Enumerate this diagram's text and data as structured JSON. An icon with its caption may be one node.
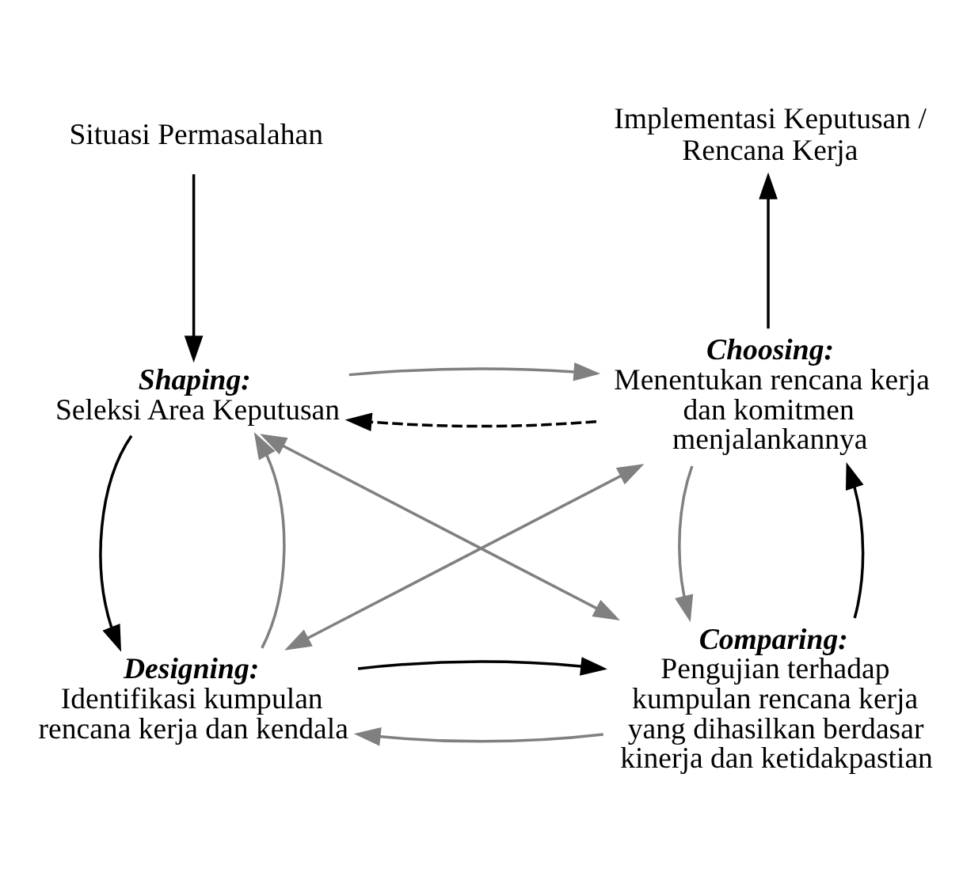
{
  "diagram": {
    "nodes": [
      {
        "text": [
          "Situasi Permasalahan"
        ]
      },
      {
        "text": [
          "Shaping:",
          "Seleksi Area Keputusan"
        ]
      },
      {
        "text": [
          "Implementasi Keputusan / Rencana Kerja"
        ]
      },
      {
        "text": [
          "Choosing:",
          "Menentukan rencana kerja dan komitmen menjalankannya"
        ]
      },
      {
        "text": [
          "Designing:",
          "Identifikasi kumpulan rencana kerja dan kendala"
        ]
      },
      {
        "text": [
          "Comparing:",
          "Pengujian terhadap kumpulan rencana kerja yang dihasilkan berdasar kinerja dan ketidakpastian"
        ]
      }
    ],
    "edges": [
      {
        "from": 0,
        "to": 1,
        "arrow": "to"
      },
      {
        "from": 3,
        "to": 2,
        "arrow": "to"
      },
      {
        "from": 3,
        "to": 1,
        "arrow": "to",
        "style": "dashed"
      },
      {
        "from": 1,
        "to": 3,
        "arrow": "to",
        "color": "#808080"
      },
      {
        "from": 1,
        "to": 4,
        "arrow": "to"
      },
      {
        "from": 4,
        "to": 1,
        "arrow": "to",
        "color": "#808080"
      },
      {
        "from": 3,
        "to": 5,
        "arrow": "to",
        "color": "#808080"
      },
      {
        "from": 5,
        "to": 3,
        "arrow": "to"
      },
      {
        "from": 5,
        "to": 4,
        "arrow": "to",
        "color": "#808080"
      },
      {
        "from": 4,
        "to": 5,
        "arrow": "to"
      },
      {
        "from": 1,
        "to": 5,
        "arrow": "both",
        "color": "#808080"
      },
      {
        "from": 4,
        "to": 3,
        "arrow": "both",
        "color": "#808080"
      }
    ]
  }
}
